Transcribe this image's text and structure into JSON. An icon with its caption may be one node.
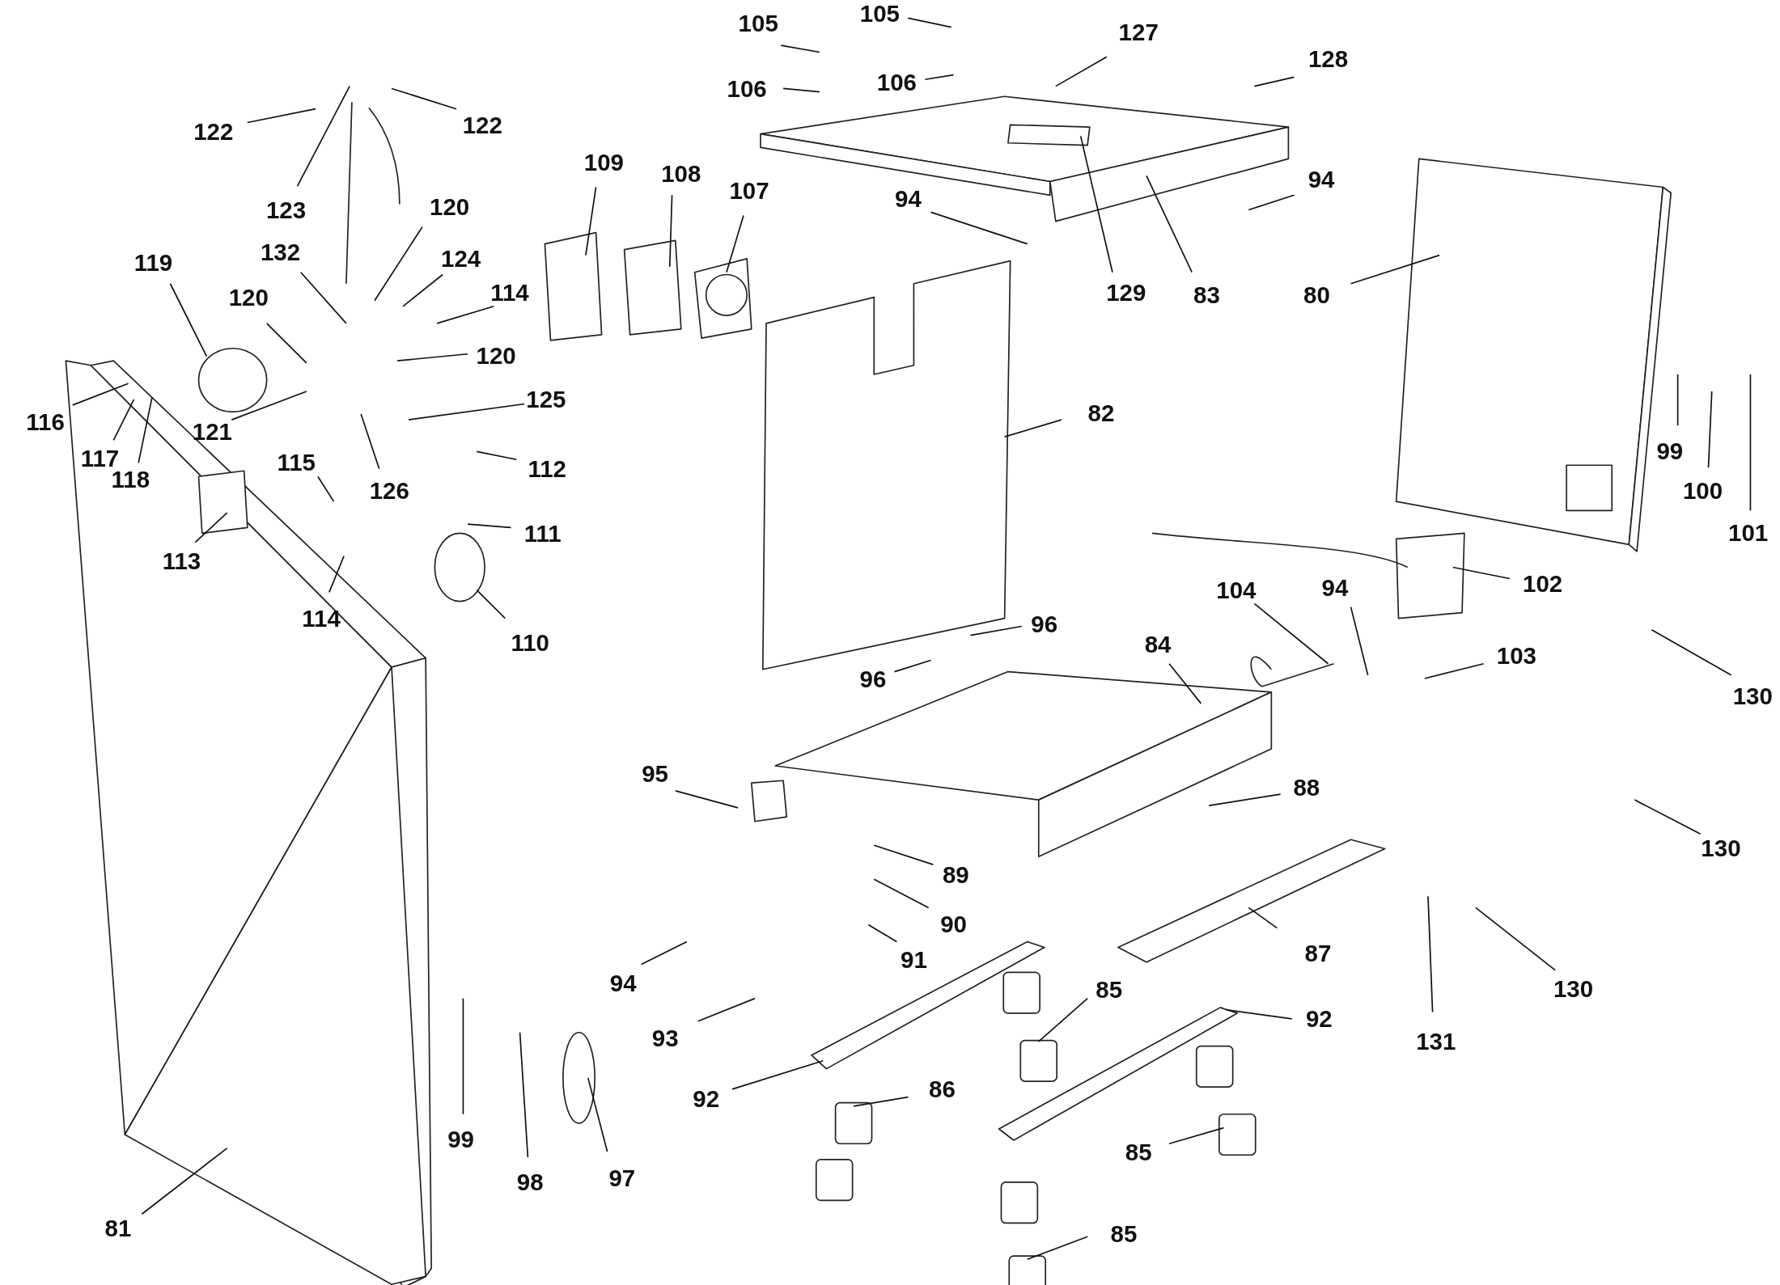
{
  "diagram": {
    "nodes": [
      {
        "text": [
          "105"
        ]
      },
      {
        "text": [
          "105"
        ]
      },
      {
        "text": [
          "127"
        ]
      },
      {
        "text": [
          "106"
        ]
      },
      {
        "text": [
          "106"
        ]
      },
      {
        "text": [
          "128"
        ]
      },
      {
        "text": [
          "122"
        ]
      },
      {
        "text": [
          "122"
        ]
      },
      {
        "text": [
          "123"
        ]
      },
      {
        "text": [
          "94"
        ]
      },
      {
        "text": [
          "94"
        ]
      },
      {
        "text": [
          "129"
        ]
      },
      {
        "text": [
          "83"
        ]
      },
      {
        "text": [
          "109"
        ]
      },
      {
        "text": [
          "108"
        ]
      },
      {
        "text": [
          "107"
        ]
      },
      {
        "text": [
          "120"
        ]
      },
      {
        "text": [
          "132"
        ]
      },
      {
        "text": [
          "124"
        ]
      },
      {
        "text": [
          "119"
        ]
      },
      {
        "text": [
          "120"
        ]
      },
      {
        "text": [
          "114"
        ]
      },
      {
        "text": [
          "120"
        ]
      },
      {
        "text": [
          "125"
        ]
      },
      {
        "text": [
          "116"
        ]
      },
      {
        "text": [
          "117"
        ]
      },
      {
        "text": [
          "118"
        ]
      },
      {
        "text": [
          "121"
        ]
      },
      {
        "text": [
          "126"
        ]
      },
      {
        "text": [
          "112"
        ]
      },
      {
        "text": [
          "115"
        ]
      },
      {
        "text": [
          "113"
        ]
      },
      {
        "text": [
          "111"
        ]
      },
      {
        "text": [
          "114"
        ]
      },
      {
        "text": [
          "110"
        ]
      },
      {
        "text": [
          "82"
        ]
      },
      {
        "text": [
          "80"
        ]
      },
      {
        "text": [
          "99"
        ]
      },
      {
        "text": [
          "100"
        ]
      },
      {
        "text": [
          "101"
        ]
      },
      {
        "text": [
          "102"
        ]
      },
      {
        "text": [
          "104"
        ]
      },
      {
        "text": [
          "94"
        ]
      },
      {
        "text": [
          "96"
        ]
      },
      {
        "text": [
          "96"
        ]
      },
      {
        "text": [
          "84"
        ]
      },
      {
        "text": [
          "103"
        ]
      },
      {
        "text": [
          "130"
        ]
      },
      {
        "text": [
          "95"
        ]
      },
      {
        "text": [
          "88"
        ]
      },
      {
        "text": [
          "130"
        ]
      },
      {
        "text": [
          "89"
        ]
      },
      {
        "text": [
          "90"
        ]
      },
      {
        "text": [
          "91"
        ]
      },
      {
        "text": [
          "87"
        ]
      },
      {
        "text": [
          "130"
        ]
      },
      {
        "text": [
          "94"
        ]
      },
      {
        "text": [
          "93"
        ]
      },
      {
        "text": [
          "131"
        ]
      },
      {
        "text": [
          "85"
        ]
      },
      {
        "text": [
          "92"
        ]
      },
      {
        "text": [
          "92"
        ]
      },
      {
        "text": [
          "86"
        ]
      },
      {
        "text": [
          "99"
        ]
      },
      {
        "text": [
          "98"
        ]
      },
      {
        "text": [
          "97"
        ]
      },
      {
        "text": [
          "85"
        ]
      },
      {
        "text": [
          "85"
        ]
      },
      {
        "text": [
          "81"
        ]
      }
    ],
    "edges": [
      {
        "from": 0,
        "to": null,
        "arrow": "none"
      },
      {
        "from": 1,
        "to": null,
        "arrow": "none"
      },
      {
        "from": 2,
        "to": null,
        "arrow": "none"
      },
      {
        "from": 3,
        "to": null,
        "arrow": "none"
      },
      {
        "from": 4,
        "to": null,
        "arrow": "none"
      },
      {
        "from": 5,
        "to": null,
        "arrow": "none"
      },
      {
        "from": 6,
        "to": null,
        "arrow": "none"
      },
      {
        "from": 7,
        "to": null,
        "arrow": "none"
      },
      {
        "from": 8,
        "to": null,
        "arrow": "none"
      },
      {
        "from": 9,
        "to": null,
        "arrow": "none"
      },
      {
        "from": 10,
        "to": null,
        "arrow": "none"
      },
      {
        "from": 11,
        "to": null,
        "arrow": "none"
      },
      {
        "from": 12,
        "to": null,
        "arrow": "none"
      },
      {
        "from": 13,
        "to": null,
        "arrow": "none"
      },
      {
        "from": 14,
        "to": null,
        "arrow": "none"
      },
      {
        "from": 15,
        "to": null,
        "arrow": "none"
      },
      {
        "from": 16,
        "to": null,
        "arrow": "none"
      },
      {
        "from": 17,
        "to": null,
        "arrow": "none"
      },
      {
        "from": 18,
        "to": null,
        "arrow": "none"
      },
      {
        "from": 19,
        "to": null,
        "arrow": "none"
      },
      {
        "from": 20,
        "to": null,
        "arrow": "none"
      },
      {
        "from": 21,
        "to": null,
        "arrow": "none"
      },
      {
        "from": 22,
        "to": null,
        "arrow": "none"
      },
      {
        "from": 23,
        "to": null,
        "arrow": "none"
      },
      {
        "from": 24,
        "to": null,
        "arrow": "none"
      },
      {
        "from": 25,
        "to": null,
        "arrow": "none"
      },
      {
        "from": 26,
        "to": null,
        "arrow": "none"
      },
      {
        "from": 27,
        "to": null,
        "arrow": "none"
      },
      {
        "from": 28,
        "to": null,
        "arrow": "none"
      },
      {
        "from": 29,
        "to": null,
        "arrow": "none"
      },
      {
        "from": 30,
        "to": null,
        "arrow": "none"
      },
      {
        "from": 31,
        "to": null,
        "arrow": "none"
      },
      {
        "from": 32,
        "to": null,
        "arrow": "none"
      },
      {
        "from": 33,
        "to": null,
        "arrow": "none"
      },
      {
        "from": 34,
        "to": null,
        "arrow": "none"
      },
      {
        "from": 35,
        "to": null,
        "arrow": "none"
      },
      {
        "from": 36,
        "to": null,
        "arrow": "none"
      },
      {
        "from": 37,
        "to": null,
        "arrow": "none"
      },
      {
        "from": 38,
        "to": null,
        "arrow": "none"
      },
      {
        "from": 39,
        "to": null,
        "arrow": "none"
      },
      {
        "from": 40,
        "to": null,
        "arrow": "none"
      },
      {
        "from": 41,
        "to": null,
        "arrow": "none"
      },
      {
        "from": 42,
        "to": null,
        "arrow": "none"
      },
      {
        "from": 43,
        "to": null,
        "arrow": "none"
      },
      {
        "from": 44,
        "to": null,
        "arrow": "none"
      },
      {
        "from": 45,
        "to": null,
        "arrow": "none"
      },
      {
        "from": 46,
        "to": null,
        "arrow": "none"
      },
      {
        "from": 47,
        "to": null,
        "arrow": "none"
      },
      {
        "from": 48,
        "to": null,
        "arrow": "none"
      },
      {
        "from": 49,
        "to": null,
        "arrow": "none"
      },
      {
        "from": 50,
        "to": null,
        "arrow": "none"
      },
      {
        "from": 51,
        "to": null,
        "arrow": "none"
      },
      {
        "from": 52,
        "to": null,
        "arrow": "none"
      },
      {
        "from": 53,
        "to": null,
        "arrow": "none"
      },
      {
        "from": 54,
        "to": null,
        "arrow": "none"
      },
      {
        "from": 55,
        "to": null,
        "arrow": "none"
      },
      {
        "from": 56,
        "to": null,
        "arrow": "none"
      },
      {
        "from": 57,
        "to": null,
        "arrow": "none"
      },
      {
        "from": 58,
        "to": null,
        "arrow": "none"
      },
      {
        "from": 59,
        "to": null,
        "arrow": "none"
      },
      {
        "from": 60,
        "to": null,
        "arrow": "none"
      },
      {
        "from": 61,
        "to": null,
        "arrow": "none"
      },
      {
        "from": 62,
        "to": null,
        "arrow": "none"
      },
      {
        "from": 63,
        "to": null,
        "arrow": "none"
      },
      {
        "from": 64,
        "to": null,
        "arrow": "none"
      },
      {
        "from": 65,
        "to": null,
        "arrow": "none"
      },
      {
        "from": 66,
        "to": null,
        "arrow": "none"
      },
      {
        "from": 67,
        "to": null,
        "arrow": "none"
      },
      {
        "from": 68,
        "to": null,
        "arrow": "none"
      }
    ]
  }
}
